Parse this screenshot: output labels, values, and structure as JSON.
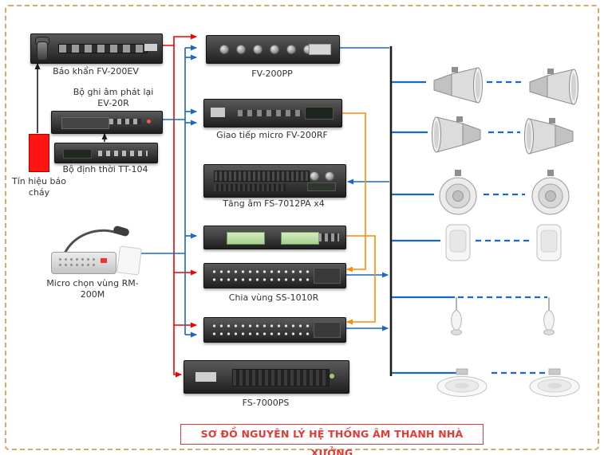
{
  "title": "SƠ ĐỒ NGUYÊN LÝ HỆ THỐNG ÂM THANH NHÀ XƯỞNG",
  "labels": {
    "fv200ev": "Báo khẩn FV-200EV",
    "ev20r": "Bộ ghi âm phát lại EV-20R",
    "tt104": "Bộ định thời TT-104",
    "fire_signal": "Tín hiệu báo cháy",
    "rm200m": "Micro chọn vùng RM-200M",
    "fv200pp": "FV-200PP",
    "fv200rf": "Giao tiếp micro FV-200RF",
    "fs7012pa": "Tăng âm FS-7012PA x4",
    "ss1010r": "Chia vùng SS-1010R",
    "fs7000ps": "FS-7000PS"
  },
  "colors": {
    "frame_dash": "#dfa566",
    "line_blue": "#1668c9",
    "line_red": "#f20000",
    "line_orange": "#ff8c00",
    "bus_black": "#1b1b1b",
    "title_red": "#e53935",
    "fire_box_red": "#ff1414"
  },
  "speaker_rows": [
    {
      "row": 1,
      "type": "horn-speaker",
      "count": 2
    },
    {
      "row": 2,
      "type": "horn-speaker",
      "count": 2
    },
    {
      "row": 3,
      "type": "round-horn-speaker",
      "count": 2
    },
    {
      "row": 4,
      "type": "wall-mount-speaker",
      "count": 2
    },
    {
      "row": 5,
      "type": "pendant-speaker",
      "count": 2
    },
    {
      "row": 6,
      "type": "ceiling-speaker",
      "count": 2
    }
  ]
}
